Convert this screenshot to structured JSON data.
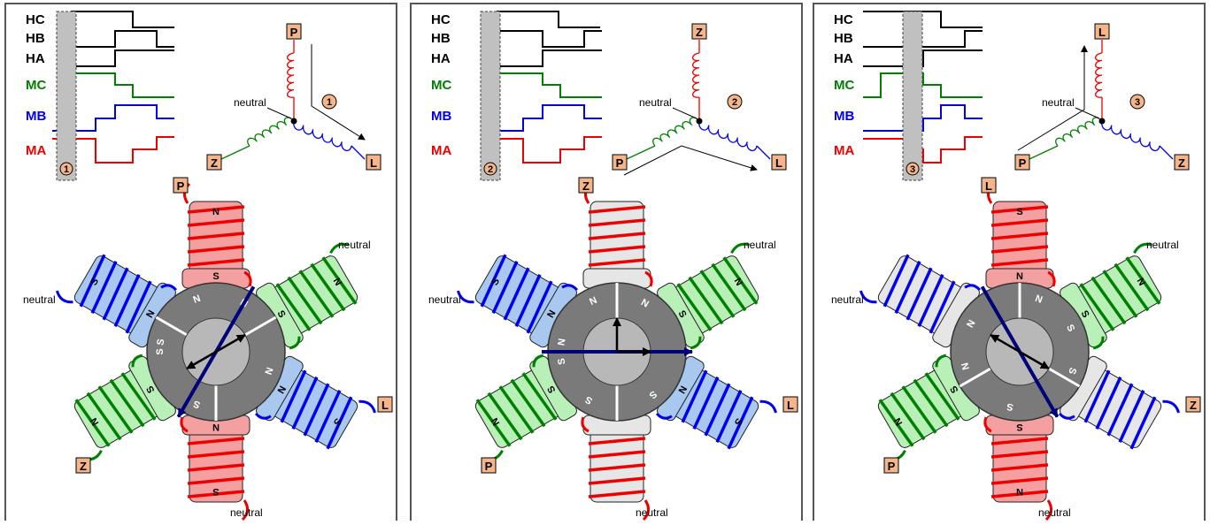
{
  "colors": {
    "black": "#000000",
    "phase_c": "#008000",
    "phase_b": "#0000ee",
    "phase_a": "#ee0000",
    "pole_red": "#f4a0a0",
    "pole_blue": "#a8c8f0",
    "pole_green": "#b8f0b8",
    "pole_gray": "#e6e6e6",
    "rotor_dark": "#7a7a7a",
    "rotor_light": "#b8b8b8",
    "box_fill": "#f5b58a",
    "arrow_navy": "#00007a"
  },
  "labels": {
    "hc": "HC",
    "hb": "HB",
    "ha": "HA",
    "mc": "MC",
    "mb": "MB",
    "ma": "MA",
    "neutral": "neutral",
    "N": "N",
    "S": "S"
  },
  "panels": [
    {
      "step": "1",
      "y_top": "P",
      "y_left": "Z",
      "y_right": "L",
      "motor_top": "P",
      "motor_right": "L",
      "motor_left": "Z",
      "flow": "P→L"
    },
    {
      "step": "2",
      "y_top": "Z",
      "y_left": "P",
      "y_right": "L",
      "motor_top": "Z",
      "motor_right": "L",
      "motor_left": "P",
      "flow": "P→L"
    },
    {
      "step": "3",
      "y_top": "L",
      "y_left": "P",
      "y_right": "Z",
      "motor_top": "L",
      "motor_right": "Z",
      "motor_left": "P",
      "flow": "P→L"
    }
  ]
}
